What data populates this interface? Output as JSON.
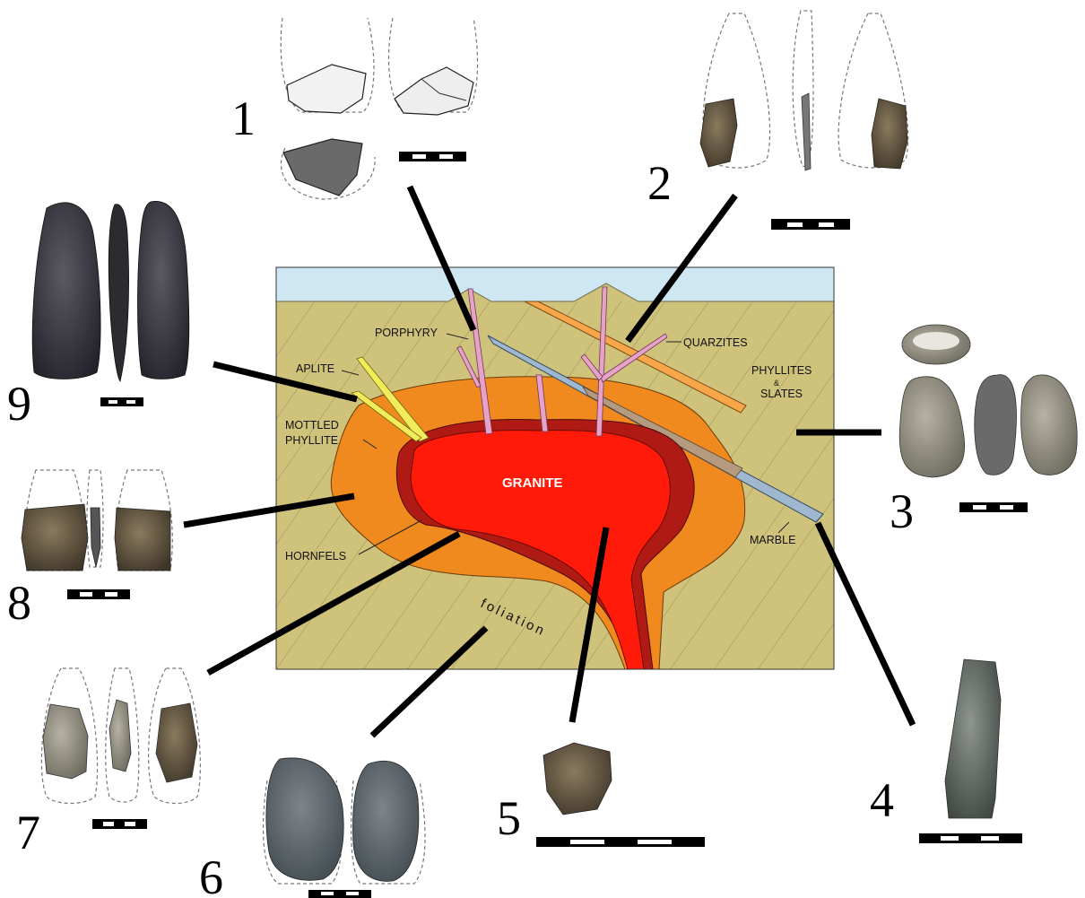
{
  "cross_section": {
    "labels": {
      "porphyry": "PORPHYRY",
      "quarzites": "QUARZITES",
      "phyllites": "PHYLLITES",
      "ampersand": "&",
      "slates": "SLATES",
      "aplite": "APLITE",
      "mottled": "MOTTLED",
      "phyllite": "PHYLLITE",
      "granite": "GRANITE",
      "hornfels": "HORNFELS",
      "marble": "MARBLE",
      "foliation": "foliation"
    },
    "colors": {
      "sky": "#cfe6f3",
      "country_rock": "#cfc27a",
      "mottled_phyllite": "#f08a1e",
      "hornfels": "#b01a14",
      "granite": "#ff1a0a",
      "quarzite_band": "#f7a64a",
      "marble_band": "#9fb7cf",
      "porphyry_dyke": "#e8a2c8",
      "aplite_dyke": "#f3ec5a"
    }
  },
  "artifacts": [
    {
      "number": "1"
    },
    {
      "number": "2"
    },
    {
      "number": "3"
    },
    {
      "number": "4"
    },
    {
      "number": "5"
    },
    {
      "number": "6"
    },
    {
      "number": "7"
    },
    {
      "number": "8"
    },
    {
      "number": "9"
    }
  ]
}
